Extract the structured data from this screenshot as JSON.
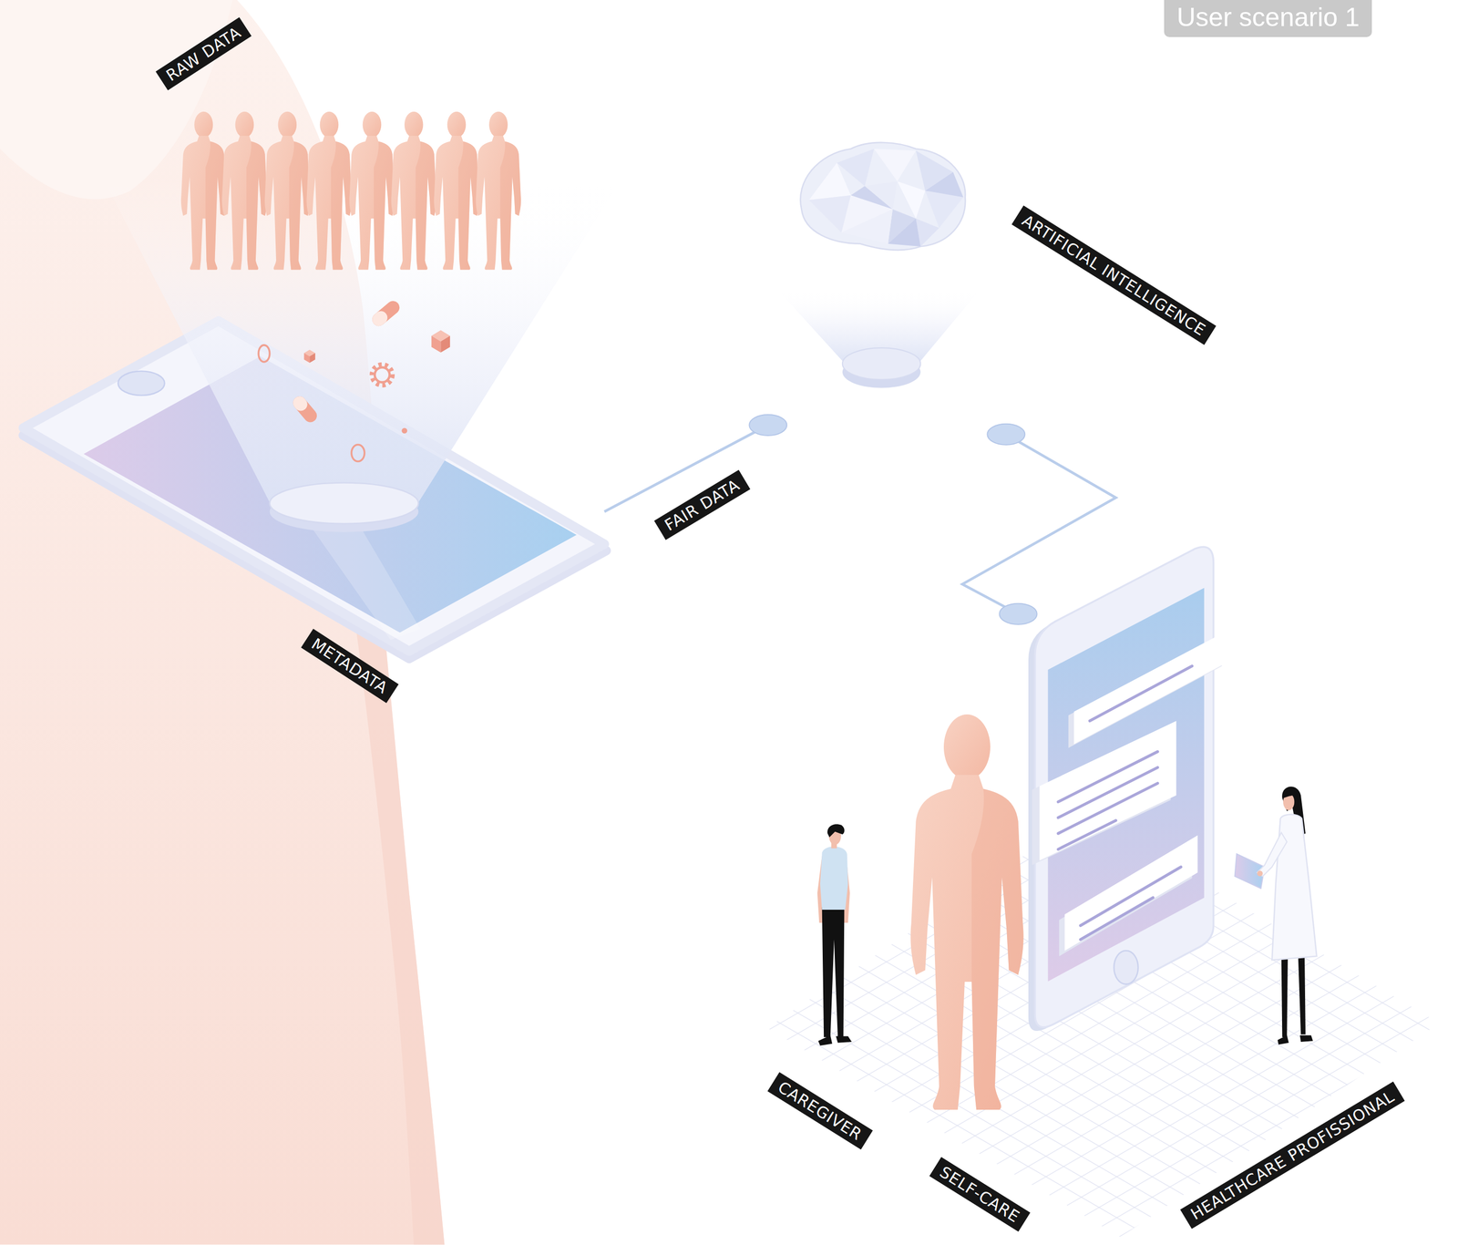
{
  "diagram": {
    "title": "User scenario 1",
    "nodes": [
      {
        "text": [
          "METADATA"
        ]
      },
      {
        "text": [
          "ARTIFICIAL INTELLIGENCE"
        ]
      },
      {
        "text": [
          "CAREGIVER",
          "SELF-CARE",
          "HEALTHCARE PROFISSIONAL"
        ]
      }
    ],
    "edges": [
      {
        "from": 0,
        "to": 1,
        "label": "FAIR DATA",
        "arrow": "none"
      },
      {
        "from": 1,
        "to": 2,
        "arrow": "none"
      }
    ],
    "labels": [
      "RAW DATA"
    ]
  }
}
